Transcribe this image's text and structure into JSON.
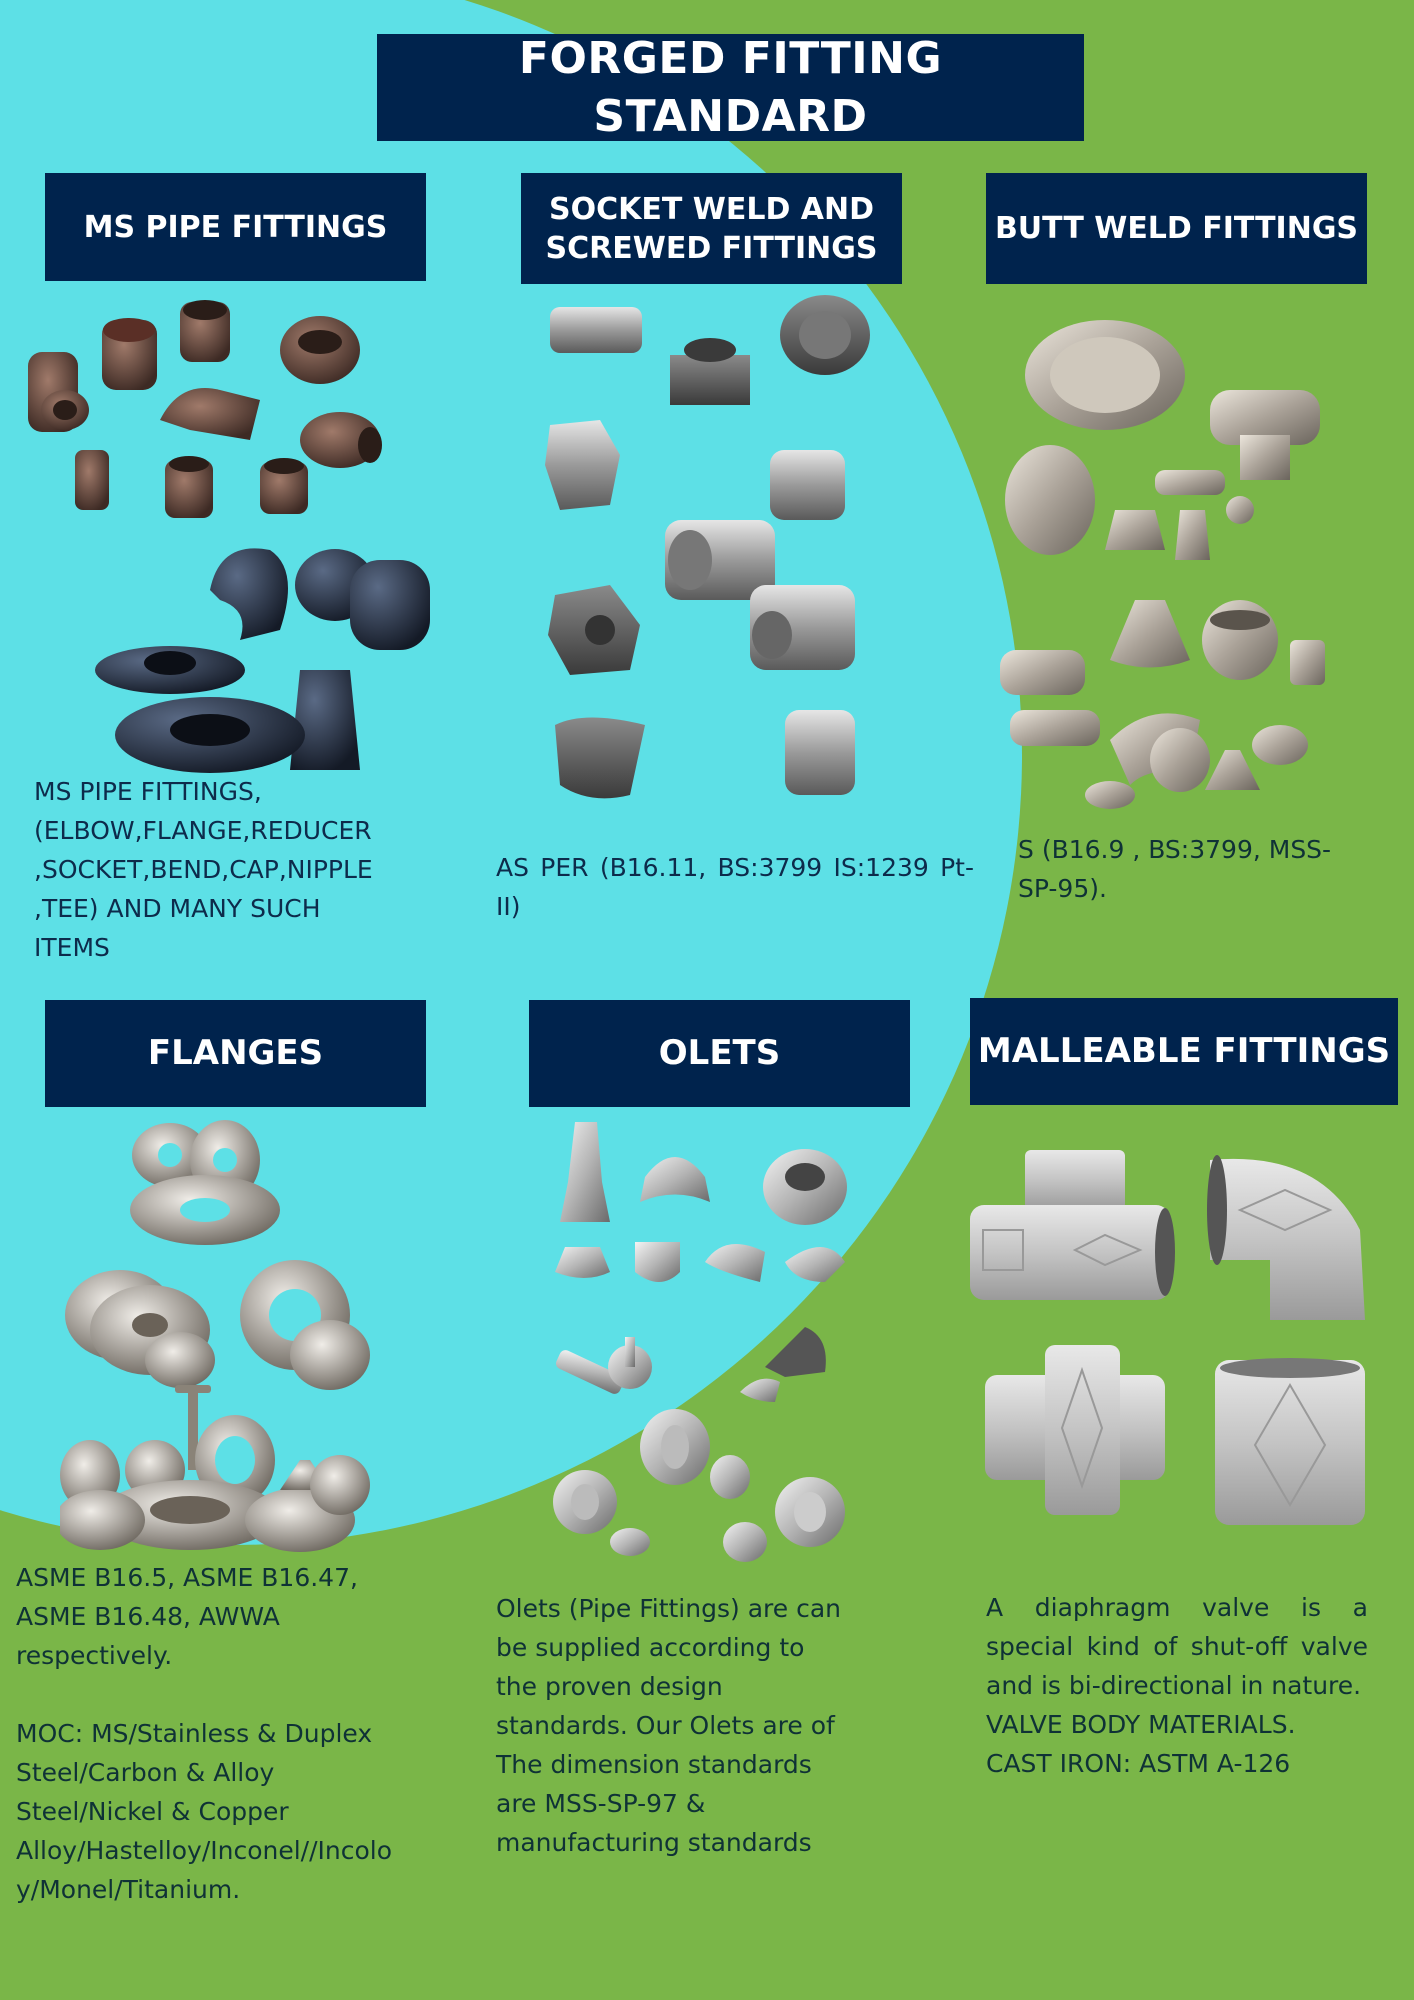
{
  "title": "FORGED FITTING STANDARD",
  "colors": {
    "navy": "#00234d",
    "cyan": "#5de0e6",
    "green": "#7ab648",
    "text_dark": "#0d2b4b"
  },
  "sections": [
    {
      "id": "ms-pipe-fittings",
      "heading": "MS PIPE FITTINGS",
      "image": "ms-pipe-fittings-photo",
      "description": "MS PIPE FITTINGS,\n(ELBOW,FLANGE,REDUCER\n,SOCKET,BEND,CAP,NIPPLE\n,TEE) AND MANY SUCH\nITEMS"
    },
    {
      "id": "socket-weld-screwed-fittings",
      "heading_line1": "SOCKET WELD AND",
      "heading_line2": "SCREWED FITTINGS",
      "image": "socket-weld-fittings-photo",
      "description": "AS PER (B16.11, BS:3799 IS:1239 Pt-II)"
    },
    {
      "id": "butt-weld-fittings",
      "heading": "BUTT WELD FITTINGS",
      "image": "butt-weld-fittings-photo",
      "description": "S (B16.9 , BS:3799, MSS-\nSP-95)."
    },
    {
      "id": "flanges",
      "heading": "FLANGES",
      "image": "flanges-photo",
      "description": "ASME B16.5, ASME B16.47,\nASME B16.48, AWWA\nrespectively.\n\nMOC: MS/Stainless & Duplex\nSteel/Carbon & Alloy\nSteel/Nickel & Copper\nAlloy/Hastelloy/Inconel//Incolo\ny/Monel/Titanium."
    },
    {
      "id": "olets",
      "heading": "OLETS",
      "image": "olets-photo",
      "description": "Olets (Pipe Fittings) are can\nbe supplied according to\nthe proven design\nstandards. Our Olets are of\nThe dimension standards\nare MSS-SP-97 &\nmanufacturing standards"
    },
    {
      "id": "malleable-fittings",
      "heading": "MALLEABLE FITTINGS",
      "image": "malleable-fittings-photo",
      "description": "A diaphragm valve is a special kind of shut-off valve and is bi-directional in nature.",
      "description2": "VALVE BODY MATERIALS.\nCAST IRON: ASTM A-126"
    }
  ]
}
